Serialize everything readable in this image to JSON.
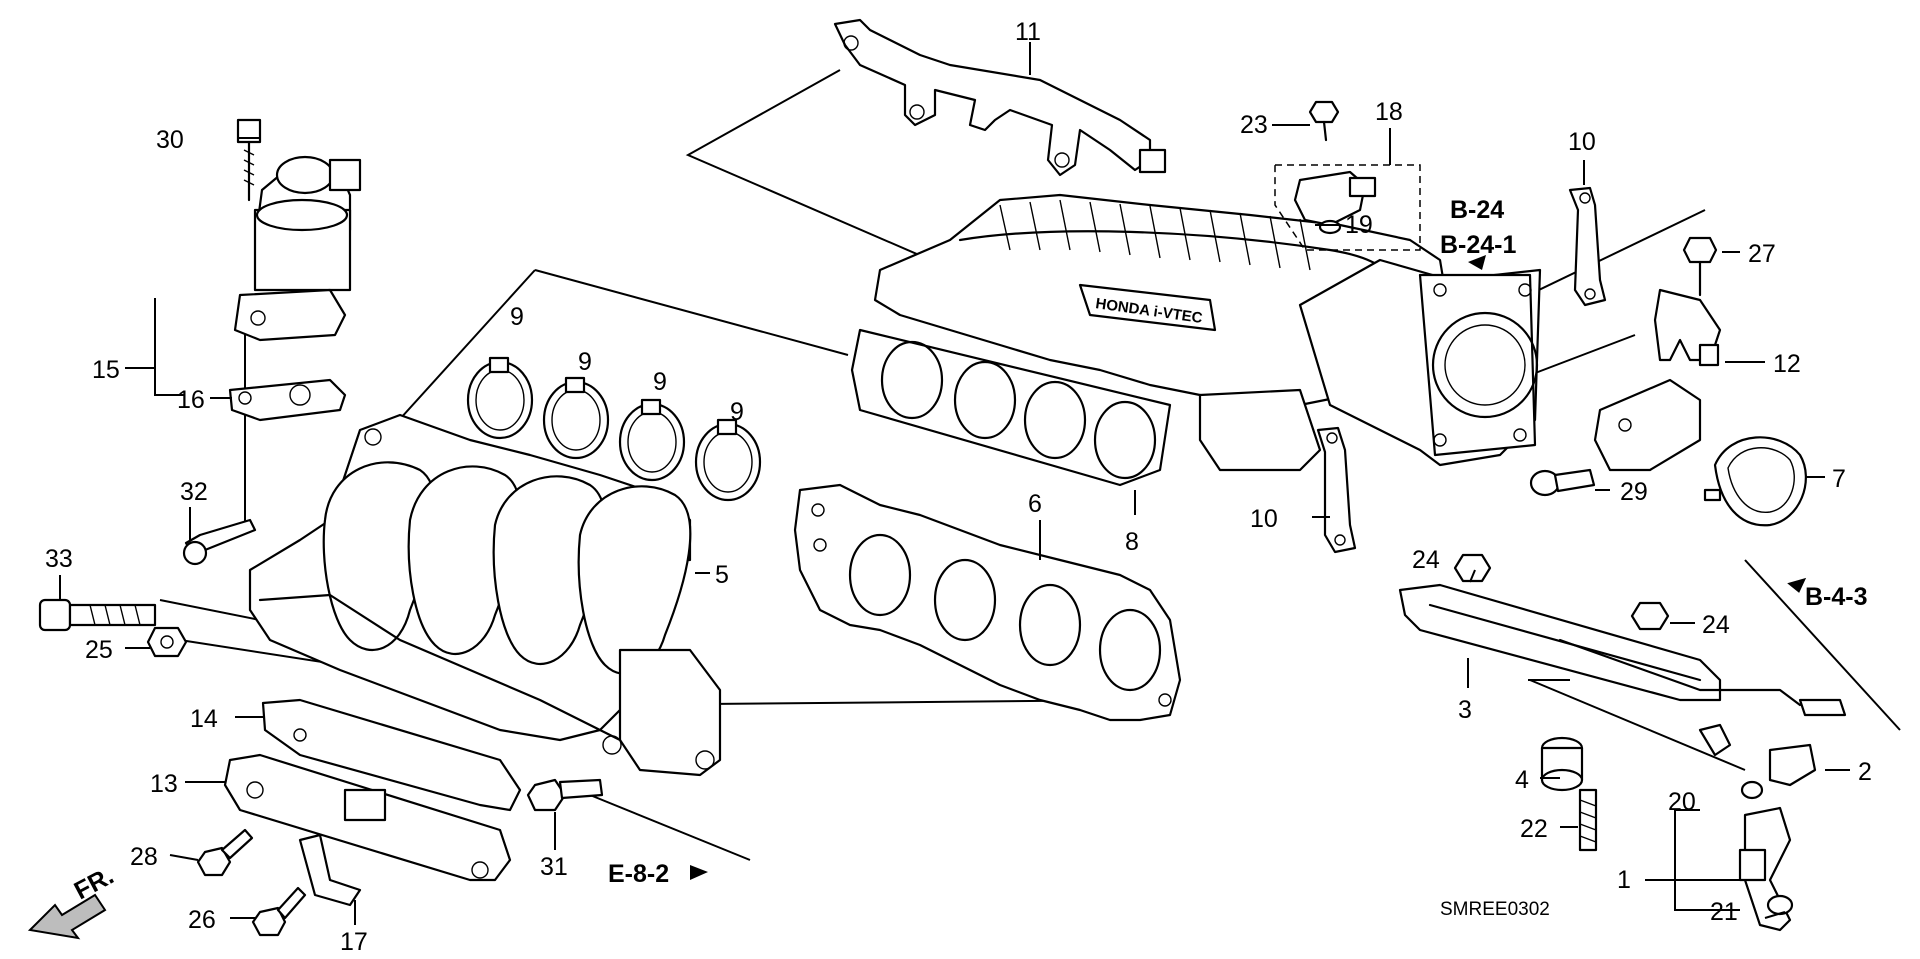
{
  "diagram": {
    "code": "SMREE0302",
    "direction": "FR.",
    "engraving": "HONDA i-VTEC",
    "refs": {
      "b24": "B-24",
      "b241": "B-24-1",
      "b43": "B-4-3",
      "e82": "E-8-2"
    },
    "callouts": {
      "c1": "1",
      "c2": "2",
      "c3": "3",
      "c4": "4",
      "c5": "5",
      "c6": "6",
      "c7": "7",
      "c8": "8",
      "c9a": "9",
      "c9b": "9",
      "c9c": "9",
      "c9d": "9",
      "c10a": "10",
      "c10b": "10",
      "c11": "11",
      "c12": "12",
      "c13": "13",
      "c14": "14",
      "c15": "15",
      "c16": "16",
      "c17": "17",
      "c18": "18",
      "c19": "19",
      "c20": "20",
      "c21": "21",
      "c22": "22",
      "c23": "23",
      "c24a": "24",
      "c24b": "24",
      "c25": "25",
      "c26": "26",
      "c27": "27",
      "c28": "28",
      "c29": "29",
      "c30": "30",
      "c31": "31",
      "c32": "32",
      "c33": "33"
    }
  }
}
